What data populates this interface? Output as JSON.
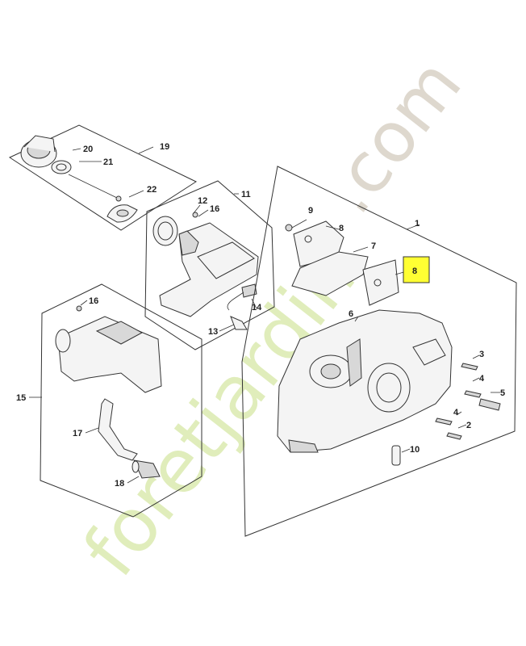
{
  "watermark": {
    "main": "foretjardin",
    "suffix": ".com",
    "colors": {
      "main": "#cfe39a",
      "suffix": "#cfc6b8"
    }
  },
  "highlight_color": "#ffff33",
  "callouts": {
    "c1": "1",
    "c2": "2",
    "c3": "3",
    "c4a": "4",
    "c4b": "4",
    "c5": "5",
    "c6": "6",
    "c7": "7",
    "c8a": "8",
    "c8b": "8",
    "c9": "9",
    "c10": "10",
    "c11": "11",
    "c12": "12",
    "c13": "13",
    "c14": "14",
    "c15": "15",
    "c16a": "16",
    "c16b": "16",
    "c17": "17",
    "c18": "18",
    "c19": "19",
    "c20": "20",
    "c21": "21",
    "c22": "22"
  }
}
